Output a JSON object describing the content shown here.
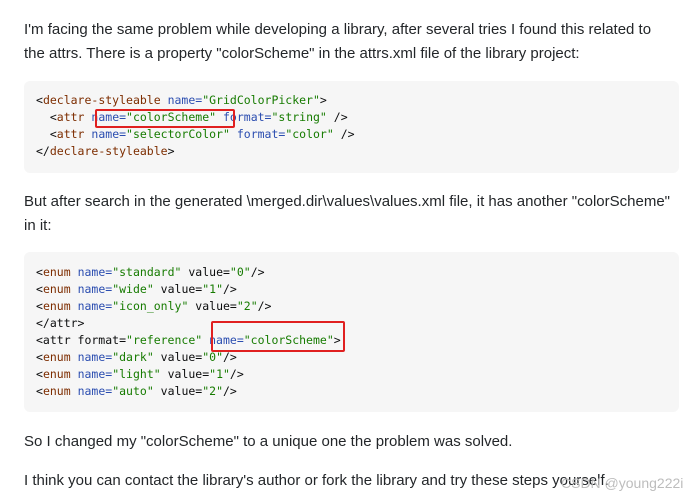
{
  "paragraphs": {
    "p1": "I'm facing the same problem while developing a library, after several tries I found this related to the attrs. There is a property \"colorScheme\" in the attrs.xml file of the library project:",
    "p2": "But after search in the generated \\merged.dir\\values\\values.xml file, it has another \"colorScheme\" in it:",
    "p3": "So I changed my \"colorScheme\" to a unique one the problem was solved.",
    "p4": "I think you can contact the library's author or fork the library and try these steps yourself."
  },
  "code1": {
    "l1": [
      "<",
      "declare-styleable",
      " ",
      "name=",
      "\"GridColorPicker\"",
      ">"
    ],
    "l2": [
      "  <",
      "attr",
      " ",
      "name=",
      "\"colorScheme\"",
      " ",
      "format=",
      "\"string\"",
      " />"
    ],
    "l3": [
      "  <",
      "attr",
      " ",
      "name=",
      "\"selectorColor\"",
      " ",
      "format=",
      "\"color\"",
      " />"
    ],
    "l4": [
      "</",
      "declare-styleable",
      ">"
    ]
  },
  "code2": {
    "l1": [
      "<",
      "enum",
      " ",
      "name=",
      "\"standard\"",
      " value=",
      "\"0\"",
      "/>"
    ],
    "l2": [
      "<",
      "enum",
      " ",
      "name=",
      "\"wide\"",
      " value=",
      "\"1\"",
      "/>"
    ],
    "l3": [
      "<",
      "enum",
      " ",
      "name=",
      "\"icon_only\"",
      " value=",
      "\"2\"",
      "/>"
    ],
    "l4": [
      "</attr>"
    ],
    "l5": [
      "<attr format=",
      "\"reference\"",
      " ",
      "name=",
      "\"colorScheme\"",
      ">"
    ],
    "l6": [
      "<",
      "enum",
      " ",
      "name=",
      "\"dark\"",
      " value=",
      "\"0\"",
      "/>"
    ],
    "l7": [
      "<",
      "enum",
      " ",
      "name=",
      "\"light\"",
      " value=",
      "\"1\"",
      "/>"
    ],
    "l8": [
      "<",
      "enum",
      " ",
      "name=",
      "\"auto\"",
      " value=",
      "\"2\"",
      "/>"
    ]
  },
  "watermark": "CSDN @young222i",
  "colors": {
    "highlight": "#e02020",
    "code_bg": "#f6f6f6",
    "tag": "#7d2d00",
    "attr": "#2b4db0",
    "string": "#167b00"
  }
}
